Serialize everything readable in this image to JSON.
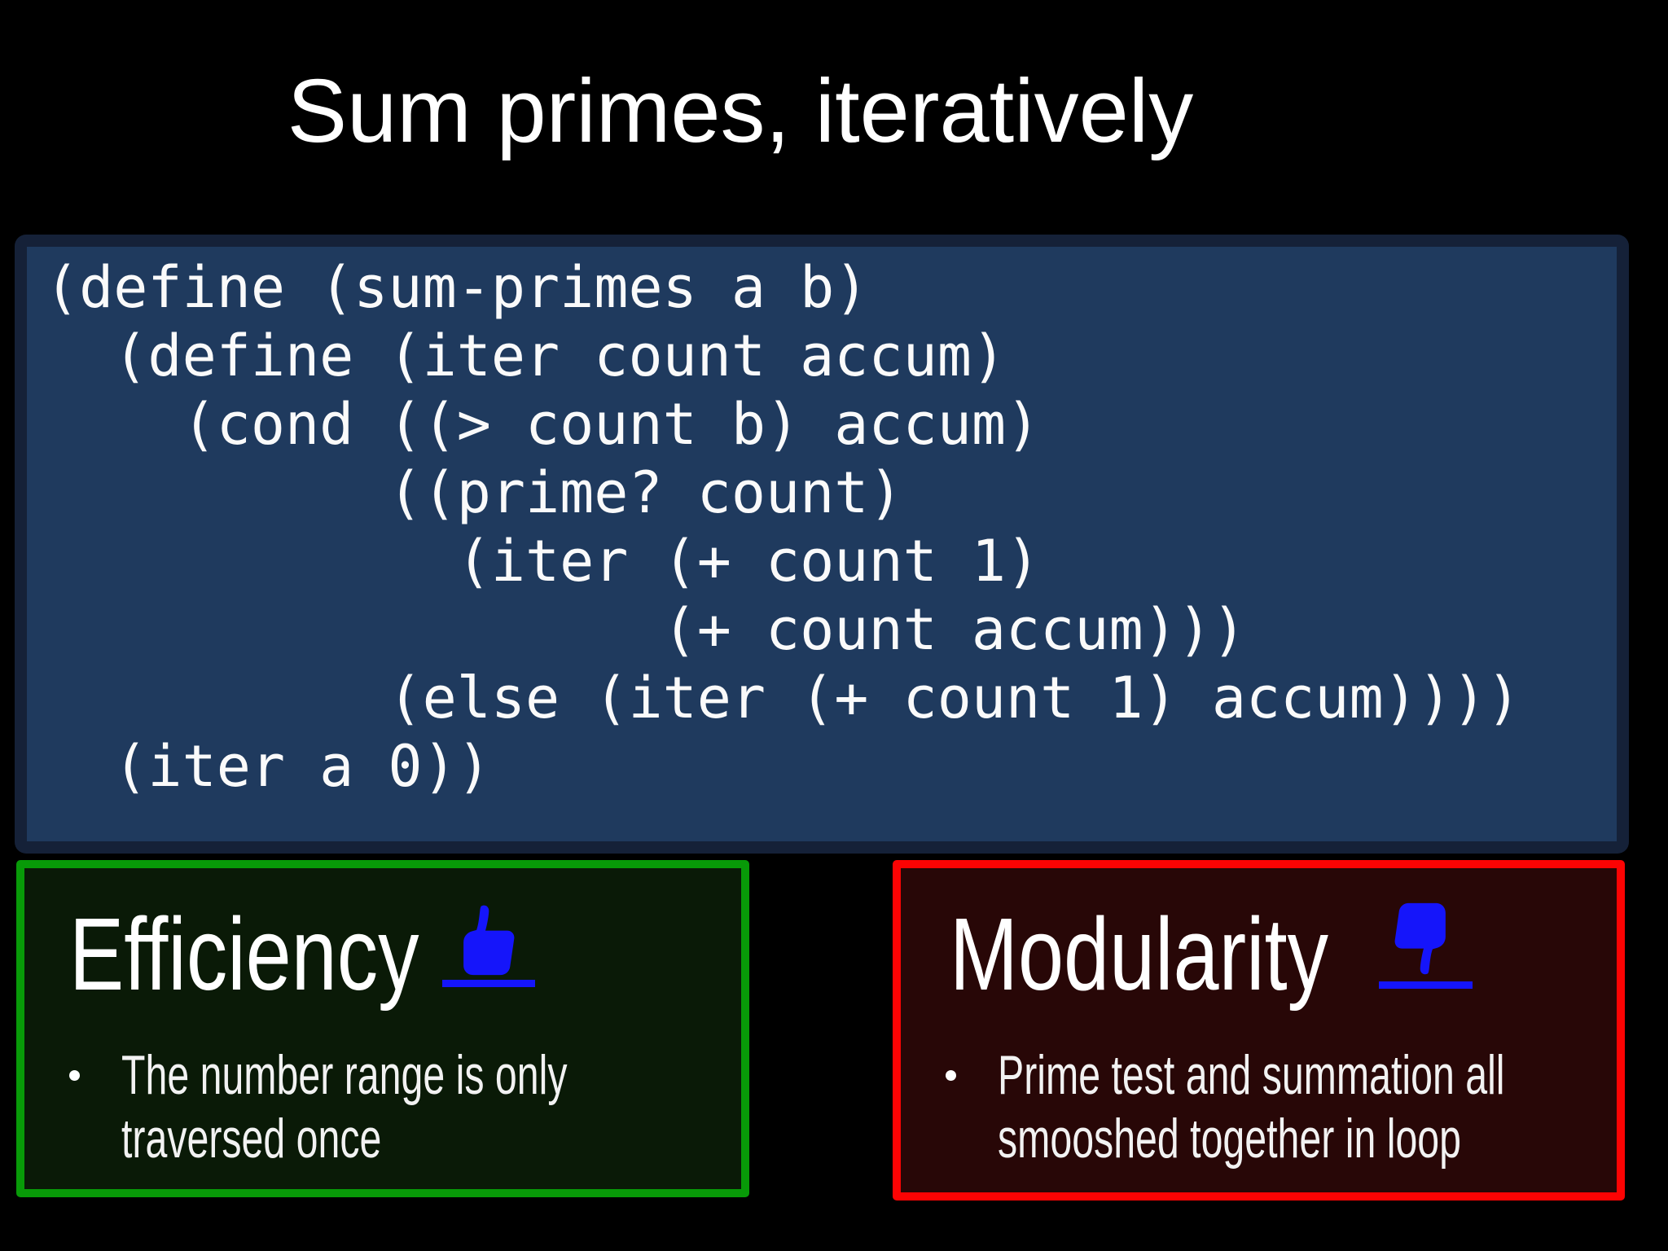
{
  "title": "Sum primes, iteratively",
  "code": {
    "language": "scheme",
    "lines": [
      "(define (sum-primes a b)",
      "  (define (iter count accum)",
      "    (cond ((> count b) accum)",
      "          ((prime? count)",
      "            (iter (+ count 1)",
      "                  (+ count accum)))",
      "          (else (iter (+ count 1) accum))))",
      "  (iter a 0))"
    ]
  },
  "efficiency": {
    "heading": "Efficiency",
    "icon": "thumbs-up-icon",
    "bullet_lines": [
      "The number range is only",
      "traversed once"
    ]
  },
  "modularity": {
    "heading": "Modularity",
    "icon": "thumbs-down-icon",
    "bullet_lines": [
      "Prime test and summation all",
      "smooshed together in loop"
    ]
  },
  "colors": {
    "background": "#000000",
    "code_fill": "#1F3A5E",
    "code_border": "#152138",
    "efficiency_border": "#089A08",
    "efficiency_fill": "#0A1A07",
    "modularity_border": "#FC0303",
    "modularity_fill": "#280707",
    "icon_blue": "#1515FA",
    "text_white": "#FFFFFF"
  }
}
